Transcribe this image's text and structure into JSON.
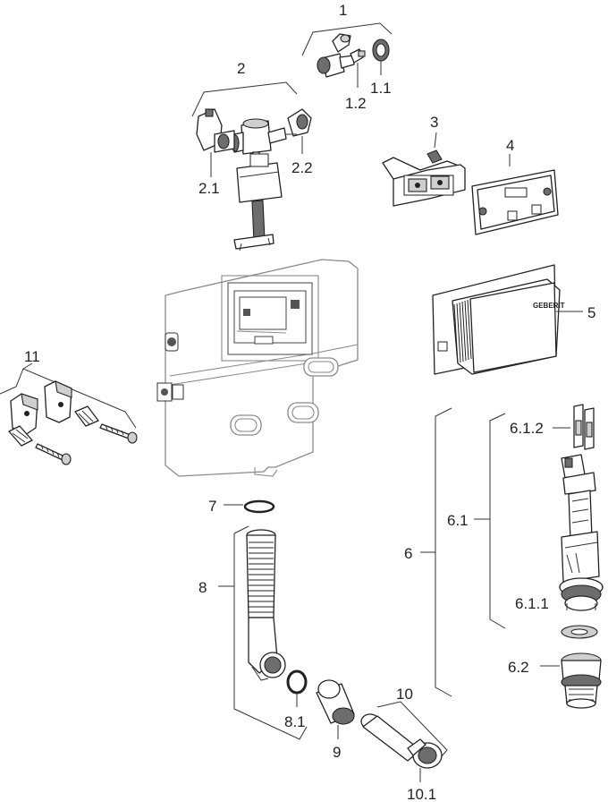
{
  "callouts": {
    "c1": "1",
    "c1_1": "1.1",
    "c1_2": "1.2",
    "c2": "2",
    "c2_1": "2.1",
    "c2_2": "2.2",
    "c3": "3",
    "c4": "4",
    "c5": "5",
    "c6": "6",
    "c6_1": "6.1",
    "c6_1_1": "6.1.1",
    "c6_1_2": "6.1.2",
    "c6_2": "6.2",
    "c7": "7",
    "c8": "8",
    "c8_1": "8.1",
    "c9": "9",
    "c10": "10",
    "c10_1": "10.1",
    "c11": "11"
  }
}
